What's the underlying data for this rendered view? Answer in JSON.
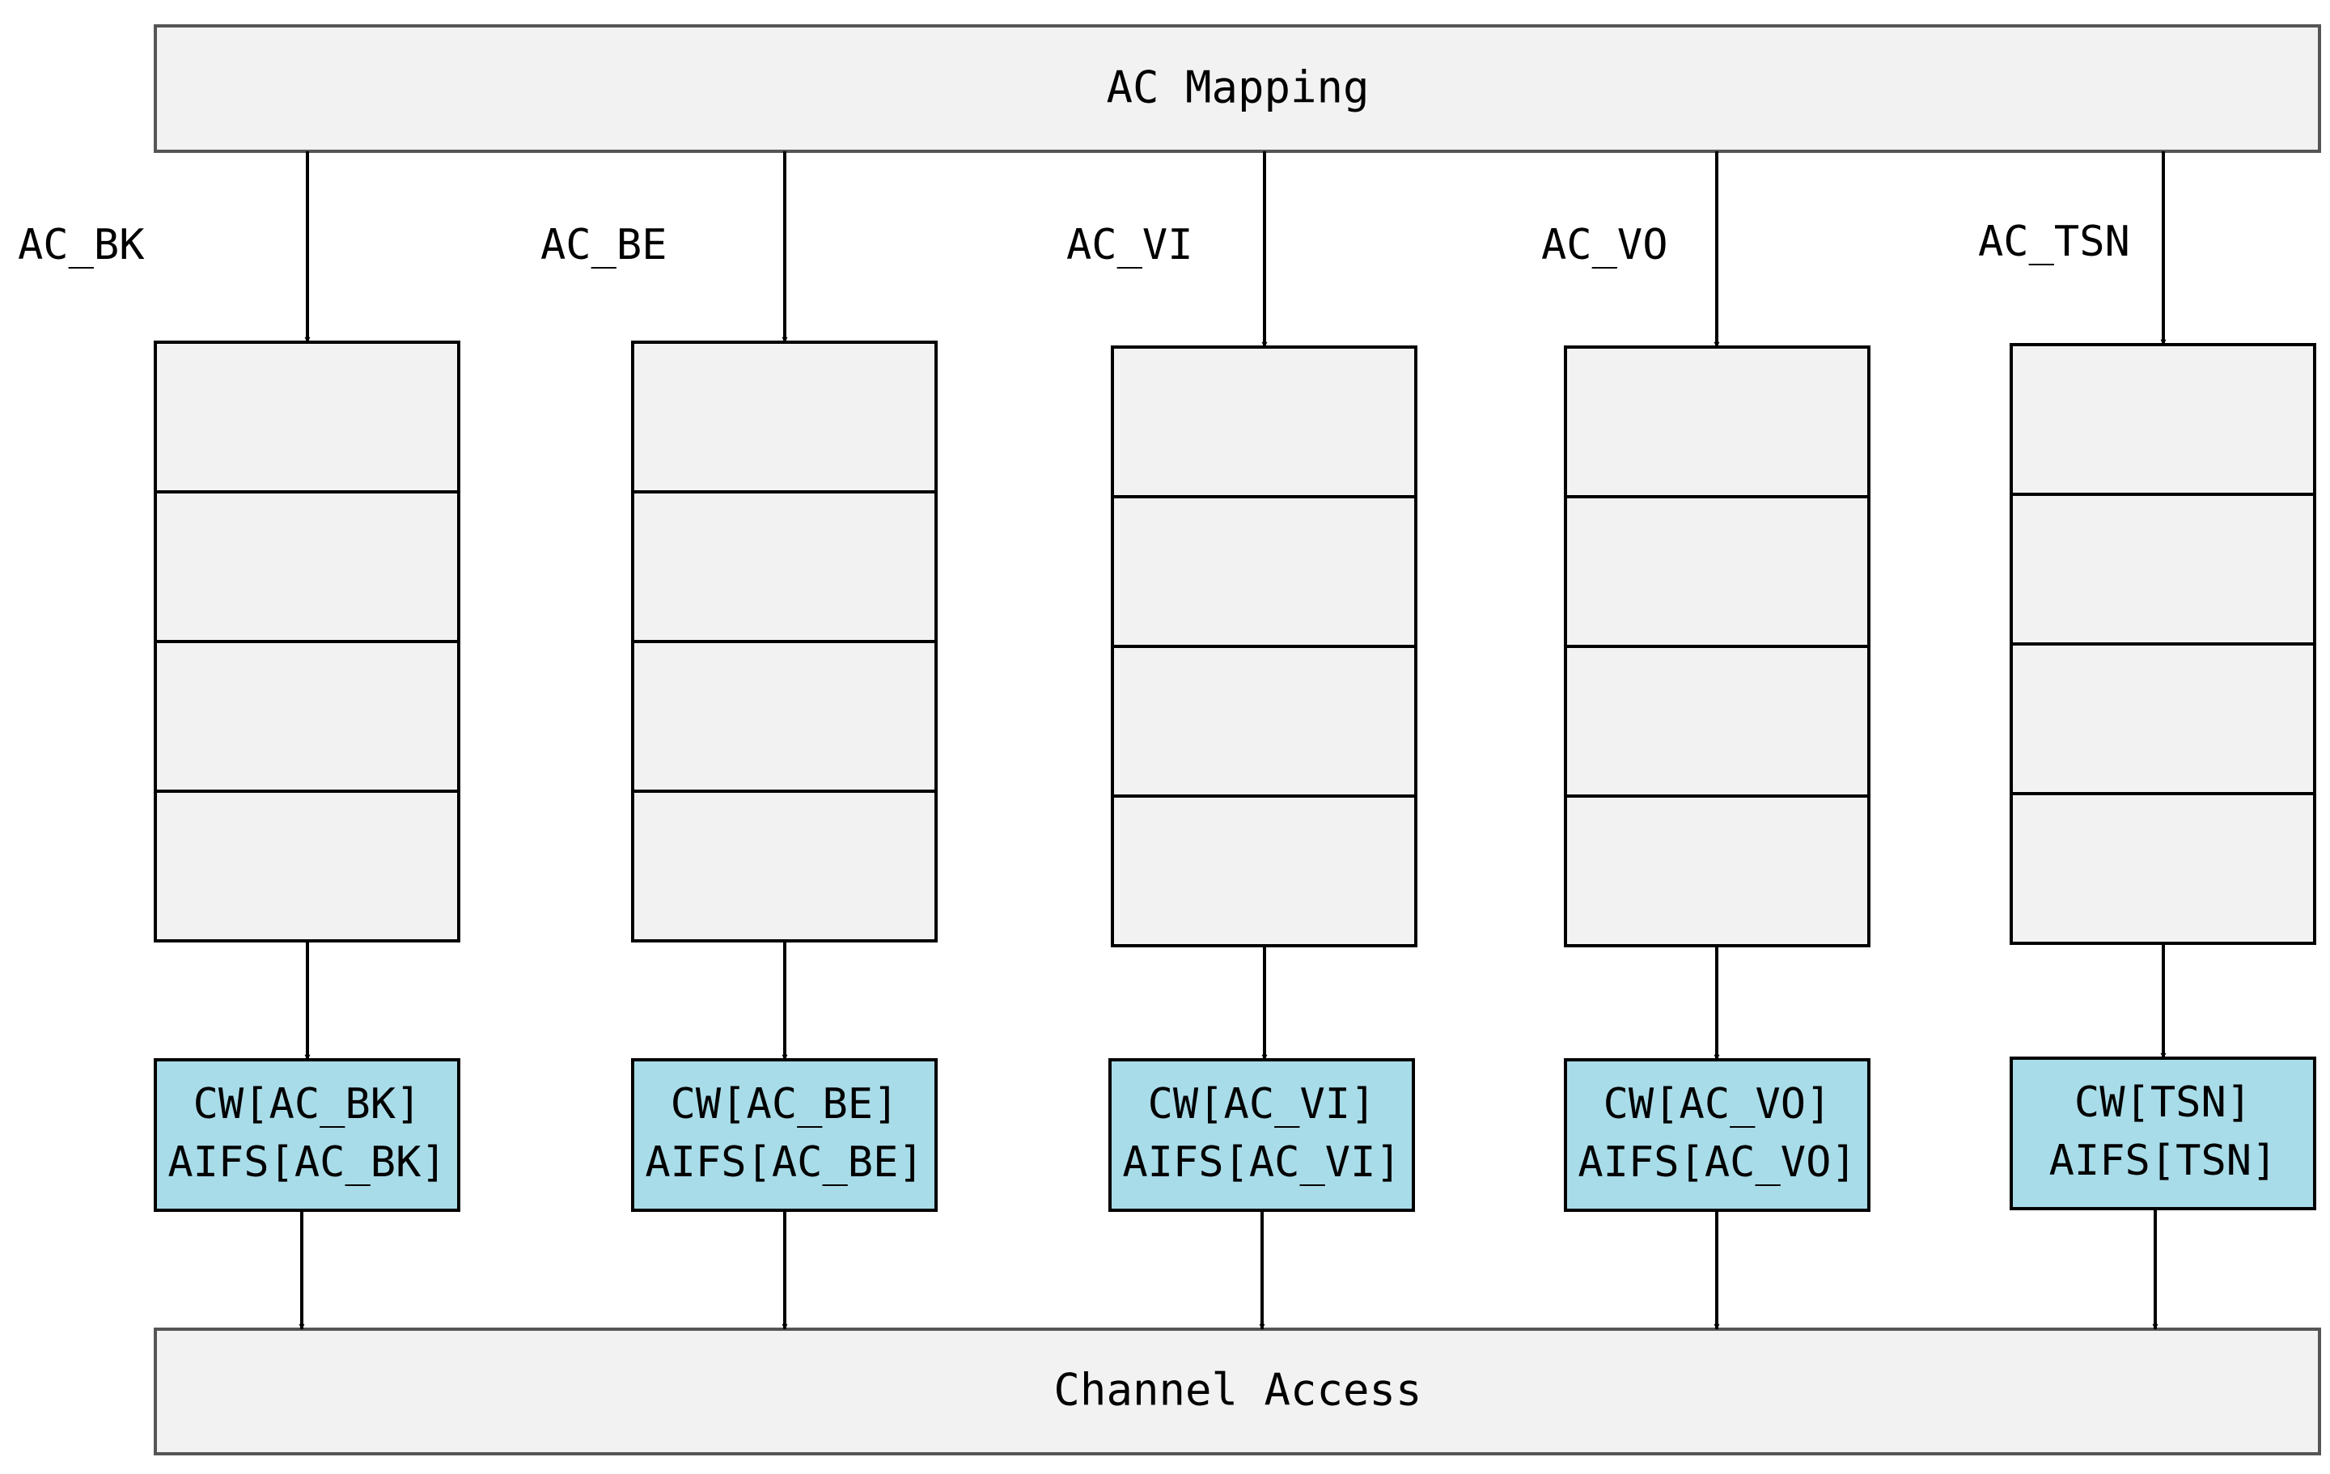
{
  "top_bar": {
    "label": "AC Mapping"
  },
  "bottom_bar": {
    "label": "Channel Access"
  },
  "queues": [
    {
      "category_label": "AC_BK",
      "param_line1": "CW[AC_BK]",
      "param_line2": "AIFS[AC_BK]"
    },
    {
      "category_label": "AC_BE",
      "param_line1": "CW[AC_BE]",
      "param_line2": "AIFS[AC_BE]"
    },
    {
      "category_label": "AC_VI",
      "param_line1": "CW[AC_VI]",
      "param_line2": "AIFS[AC_VI]"
    },
    {
      "category_label": "AC_VO",
      "param_line1": "CW[AC_VO]",
      "param_line2": "AIFS[AC_VO]"
    },
    {
      "category_label": "AC_TSN",
      "param_line1": "CW[TSN]",
      "param_line2": "AIFS[TSN]"
    }
  ],
  "colors": {
    "bar_fill": "#f2f2f2",
    "queue_fill": "#f2f2f2",
    "param_fill": "#a8dce8",
    "stroke": "#000000"
  }
}
